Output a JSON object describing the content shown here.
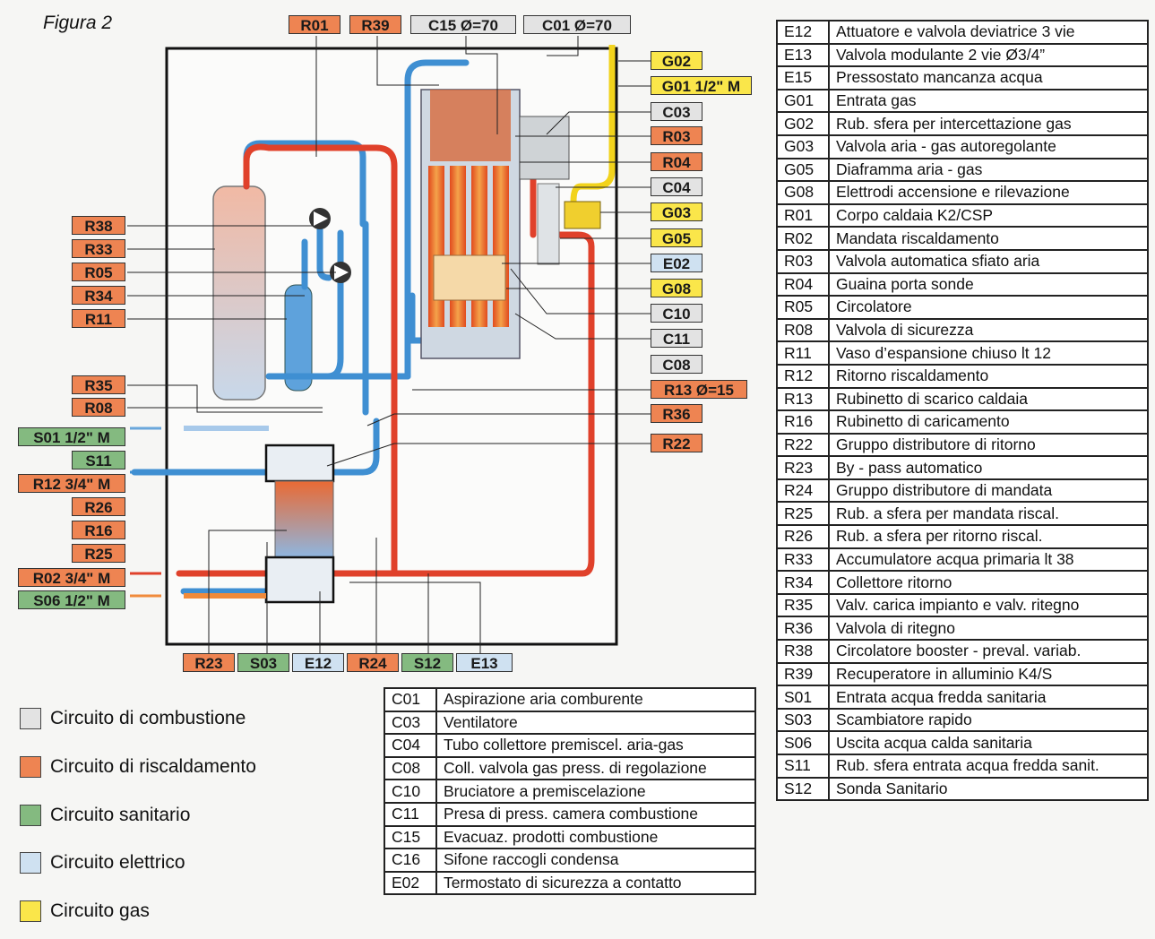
{
  "figure_title": "Figura 2",
  "colors": {
    "combustione": "#e3e3e3",
    "riscaldamento": "#ee8452",
    "sanitario": "#84ba80",
    "elettrico": "#cfe1f1",
    "gas": "#fae64a"
  },
  "top_labels": [
    {
      "text": "R01",
      "circuit": "riscaldamento"
    },
    {
      "text": "R39",
      "circuit": "riscaldamento"
    },
    {
      "text": "C15 Ø=70",
      "circuit": "combustione"
    },
    {
      "text": "C01 Ø=70",
      "circuit": "combustione"
    }
  ],
  "right_labels": [
    {
      "text": "G02",
      "circuit": "gas"
    },
    {
      "text": "G01 1/2\" M",
      "circuit": "gas"
    },
    {
      "text": "C03",
      "circuit": "combustione"
    },
    {
      "text": "R03",
      "circuit": "riscaldamento"
    },
    {
      "text": "R04",
      "circuit": "riscaldamento"
    },
    {
      "text": "C04",
      "circuit": "combustione"
    },
    {
      "text": "G03",
      "circuit": "gas"
    },
    {
      "text": "G05",
      "circuit": "gas"
    },
    {
      "text": "E02",
      "circuit": "elettrico"
    },
    {
      "text": "G08",
      "circuit": "gas"
    },
    {
      "text": "C10",
      "circuit": "combustione"
    },
    {
      "text": "C11",
      "circuit": "combustione"
    },
    {
      "text": "C08",
      "circuit": "combustione"
    },
    {
      "text": "R13 Ø=15",
      "circuit": "riscaldamento"
    },
    {
      "text": "R36",
      "circuit": "riscaldamento"
    },
    {
      "text": "R22",
      "circuit": "riscaldamento"
    }
  ],
  "left_labels": [
    {
      "text": "R38",
      "circuit": "riscaldamento"
    },
    {
      "text": "R33",
      "circuit": "riscaldamento"
    },
    {
      "text": "R05",
      "circuit": "riscaldamento"
    },
    {
      "text": "R34",
      "circuit": "riscaldamento"
    },
    {
      "text": "R11",
      "circuit": "riscaldamento"
    },
    {
      "text": "R35",
      "circuit": "riscaldamento"
    },
    {
      "text": "R08",
      "circuit": "riscaldamento"
    },
    {
      "text": "S01 1/2\" M",
      "circuit": "sanitario"
    },
    {
      "text": "S11",
      "circuit": "sanitario"
    },
    {
      "text": "R12 3/4\" M",
      "circuit": "riscaldamento"
    },
    {
      "text": "R26",
      "circuit": "riscaldamento"
    },
    {
      "text": "R16",
      "circuit": "riscaldamento"
    },
    {
      "text": "R25",
      "circuit": "riscaldamento"
    },
    {
      "text": "R02 3/4\" M",
      "circuit": "riscaldamento"
    },
    {
      "text": "S06 1/2\" M",
      "circuit": "sanitario"
    }
  ],
  "bottom_labels": [
    {
      "text": "R23",
      "circuit": "riscaldamento"
    },
    {
      "text": "S03",
      "circuit": "sanitario"
    },
    {
      "text": "E12",
      "circuit": "elettrico"
    },
    {
      "text": "R24",
      "circuit": "riscaldamento"
    },
    {
      "text": "S12",
      "circuit": "sanitario"
    },
    {
      "text": "E13",
      "circuit": "elettrico"
    }
  ],
  "legend": [
    {
      "label": "Circuito di combustione",
      "circuit": "combustione"
    },
    {
      "label": "Circuito di riscaldamento",
      "circuit": "riscaldamento"
    },
    {
      "label": "Circuito sanitario",
      "circuit": "sanitario"
    },
    {
      "label": "Circuito elettrico",
      "circuit": "elettrico"
    },
    {
      "label": "Circuito gas",
      "circuit": "gas"
    }
  ],
  "table_middle": [
    {
      "code": "C01",
      "desc": "Aspirazione aria comburente"
    },
    {
      "code": "C03",
      "desc": "Ventilatore"
    },
    {
      "code": "C04",
      "desc": "Tubo collettore premiscel. aria-gas"
    },
    {
      "code": "C08",
      "desc": "Coll. valvola gas press. di regolazione"
    },
    {
      "code": "C10",
      "desc": "Bruciatore a premiscelazione"
    },
    {
      "code": "C11",
      "desc": "Presa di press. camera combustione"
    },
    {
      "code": "C15",
      "desc": "Evacuaz. prodotti combustione"
    },
    {
      "code": "C16",
      "desc": "Sifone raccogli condensa"
    },
    {
      "code": "E02",
      "desc": "Termostato di sicurezza a contatto"
    }
  ],
  "table_right": [
    {
      "code": "E12",
      "desc": "Attuatore e valvola deviatrice 3 vie"
    },
    {
      "code": "E13",
      "desc": "Valvola modulante 2 vie Ø3/4”"
    },
    {
      "code": "E15",
      "desc": "Pressostato mancanza acqua"
    },
    {
      "code": "G01",
      "desc": "Entrata gas"
    },
    {
      "code": "G02",
      "desc": "Rub. sfera per intercettazione gas"
    },
    {
      "code": "G03",
      "desc": "Valvola aria - gas autoregolante"
    },
    {
      "code": "G05",
      "desc": "Diaframma aria - gas"
    },
    {
      "code": "G08",
      "desc": "Elettrodi accensione e rilevazione"
    },
    {
      "code": "R01",
      "desc": "Corpo caldaia K2/CSP"
    },
    {
      "code": "R02",
      "desc": "Mandata riscaldamento"
    },
    {
      "code": "R03",
      "desc": "Valvola automatica sfiato aria"
    },
    {
      "code": "R04",
      "desc": "Guaina porta sonde"
    },
    {
      "code": "R05",
      "desc": "Circolatore"
    },
    {
      "code": "R08",
      "desc": "Valvola di sicurezza"
    },
    {
      "code": "R11",
      "desc": "Vaso d’espansione chiuso lt 12"
    },
    {
      "code": "R12",
      "desc": "Ritorno riscaldamento"
    },
    {
      "code": "R13",
      "desc": "Rubinetto di scarico caldaia"
    },
    {
      "code": "R16",
      "desc": "Rubinetto di caricamento"
    },
    {
      "code": "R22",
      "desc": "Gruppo distributore di ritorno"
    },
    {
      "code": "R23",
      "desc": "By - pass automatico"
    },
    {
      "code": "R24",
      "desc": "Gruppo distributore di mandata"
    },
    {
      "code": "R25",
      "desc": "Rub. a sfera per mandata riscal."
    },
    {
      "code": "R26",
      "desc": "Rub. a sfera per ritorno riscal."
    },
    {
      "code": "R33",
      "desc": "Accumulatore acqua primaria lt 38"
    },
    {
      "code": "R34",
      "desc": "Collettore ritorno"
    },
    {
      "code": "R35",
      "desc": "Valv. carica impianto e valv. ritegno"
    },
    {
      "code": "R36",
      "desc": "Valvola di ritegno"
    },
    {
      "code": "R38",
      "desc": "Circolatore booster - preval. variab."
    },
    {
      "code": "R39",
      "desc": "Recuperatore in alluminio K4/S"
    },
    {
      "code": "S01",
      "desc": "Entrata acqua fredda sanitaria"
    },
    {
      "code": "S03",
      "desc": "Scambiatore rapido"
    },
    {
      "code": "S06",
      "desc": "Uscita acqua calda sanitaria"
    },
    {
      "code": "S11",
      "desc": "Rub. sfera entrata acqua fredda sanit."
    },
    {
      "code": "S12",
      "desc": "Sonda Sanitario"
    }
  ]
}
